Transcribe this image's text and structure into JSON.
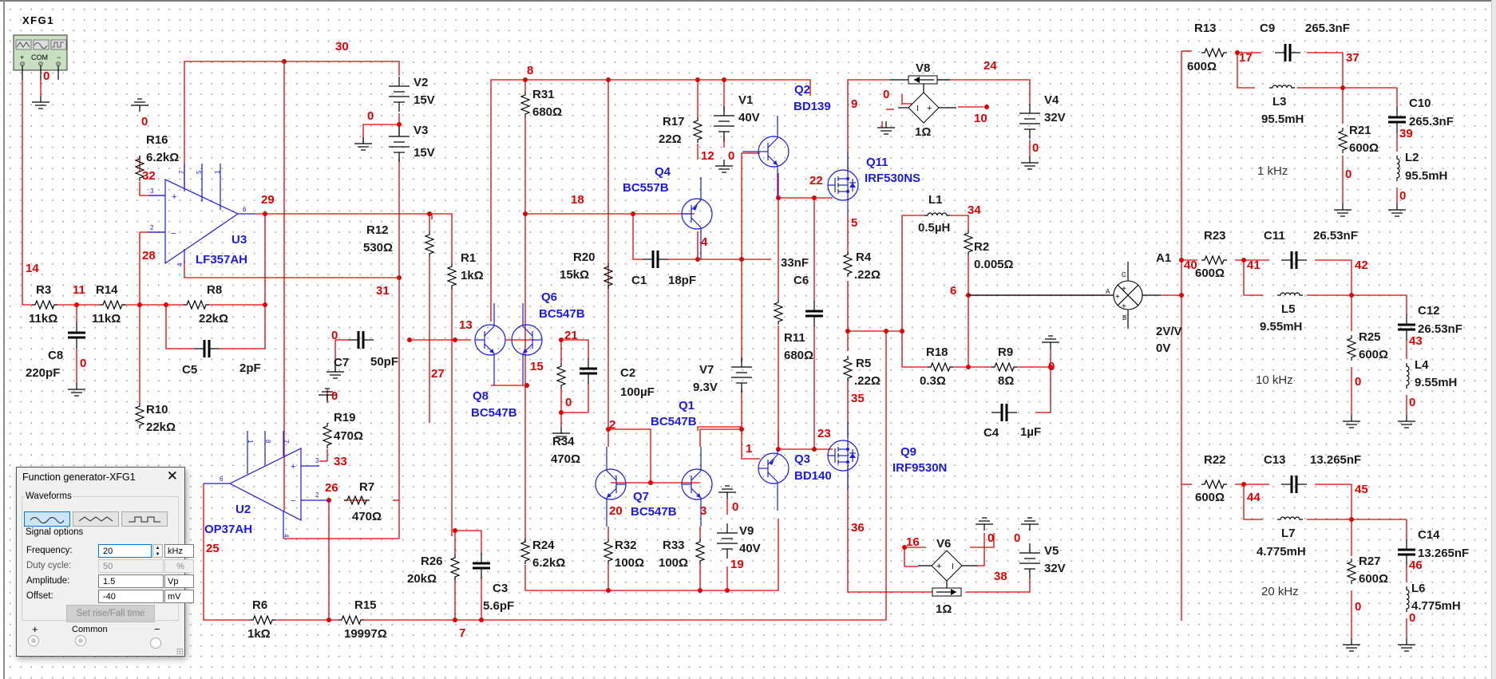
{
  "function_generator_instrument": {
    "refdes": "XFG1",
    "terminals": [
      "+",
      "COM",
      "−"
    ],
    "waveform_icons": [
      "triangle-wave",
      "sine-wave",
      "square-wave"
    ]
  },
  "dialog": {
    "title": "Function generator-XFG1",
    "close_symbol": "✕",
    "waveforms_label": "Waveforms",
    "selected_waveform": "sine",
    "signal_options_label": "Signal options",
    "frequency": {
      "label": "Frequency:",
      "value": "20",
      "unit": "kHz"
    },
    "duty_cycle": {
      "label": "Duty cycle:",
      "value": "50",
      "unit": "%"
    },
    "amplitude": {
      "label": "Amplitude:",
      "value": "1.5",
      "unit": "Vp"
    },
    "offset": {
      "label": "Offset:",
      "value": "-40",
      "unit": "mV"
    },
    "rise_fall_button": "Set rise/Fall time",
    "terminal_plus": "+",
    "terminal_common": "Common",
    "terminal_minus": "−"
  },
  "components": {
    "R1": {
      "name": "R1",
      "value": "1kΩ"
    },
    "R2": {
      "name": "R2",
      "value": "0.005Ω"
    },
    "R3": {
      "name": "R3",
      "value": "11kΩ"
    },
    "R4": {
      "name": "R4",
      "value": ".22Ω"
    },
    "R5": {
      "name": "R5",
      "value": ".22Ω"
    },
    "R6": {
      "name": "R6",
      "value": "1kΩ"
    },
    "R7": {
      "name": "R7",
      "value": "470Ω"
    },
    "R8": {
      "name": "R8",
      "value": "22kΩ"
    },
    "R9": {
      "name": "R9",
      "value": "8Ω"
    },
    "R10": {
      "name": "R10",
      "value": "22kΩ"
    },
    "R11": {
      "name": "R11",
      "value": "680Ω"
    },
    "R12": {
      "name": "R12",
      "value": "530Ω"
    },
    "R13": {
      "name": "R13",
      "value": "600Ω"
    },
    "R14": {
      "name": "R14",
      "value": "11kΩ"
    },
    "R15": {
      "name": "R15",
      "value": "19997Ω"
    },
    "R16": {
      "name": "R16",
      "value": "6.2kΩ"
    },
    "R17": {
      "name": "R17",
      "value": "22Ω"
    },
    "R18": {
      "name": "R18",
      "value": "0.3Ω"
    },
    "R19": {
      "name": "R19",
      "value": "470Ω"
    },
    "R20": {
      "name": "R20",
      "value": "15kΩ"
    },
    "R21": {
      "name": "R21",
      "value": "600Ω"
    },
    "R22": {
      "name": "R22",
      "value": "600Ω"
    },
    "R23": {
      "name": "R23",
      "value": "600Ω"
    },
    "R24": {
      "name": "R24",
      "value": "6.2kΩ"
    },
    "R25": {
      "name": "R25",
      "value": "600Ω"
    },
    "R26": {
      "name": "R26",
      "value": "20kΩ"
    },
    "R27": {
      "name": "R27",
      "value": "600Ω"
    },
    "R31": {
      "name": "R31",
      "value": "680Ω"
    },
    "R32": {
      "name": "R32",
      "value": "100Ω"
    },
    "R33": {
      "name": "R33",
      "value": "100Ω"
    },
    "R34": {
      "name": "R34",
      "value": "470Ω"
    },
    "C1": {
      "name": "C1",
      "value": "18pF"
    },
    "C2": {
      "name": "C2",
      "value": "100µF"
    },
    "C3": {
      "name": "C3",
      "value": "5.6pF"
    },
    "C4": {
      "name": "C4",
      "value": "1µF"
    },
    "C5": {
      "name": "C5",
      "value": "2pF"
    },
    "C6": {
      "name": "C6",
      "value": "33nF"
    },
    "C7": {
      "name": "C7",
      "value": "50pF"
    },
    "C8": {
      "name": "C8",
      "value": "220pF"
    },
    "C9": {
      "name": "C9",
      "value": "265.3nF"
    },
    "C10": {
      "name": "C10",
      "value": "265.3nF"
    },
    "C11": {
      "name": "C11",
      "value": "26.53nF"
    },
    "C12": {
      "name": "C12",
      "value": "26.53nF"
    },
    "C13": {
      "name": "C13",
      "value": "13.265nF"
    },
    "C14": {
      "name": "C14",
      "value": "13.265nF"
    },
    "L1": {
      "name": "L1",
      "value": "0.5µH"
    },
    "L2": {
      "name": "L2",
      "value": "95.5mH"
    },
    "L3": {
      "name": "L3",
      "value": "95.5mH"
    },
    "L4": {
      "name": "L4",
      "value": "9.55mH"
    },
    "L5": {
      "name": "L5",
      "value": "9.55mH"
    },
    "L6": {
      "name": "L6",
      "value": "4.775mH"
    },
    "L7": {
      "name": "L7",
      "value": "4.775mH"
    },
    "V1": {
      "name": "V1",
      "value": "40V"
    },
    "V2": {
      "name": "V2",
      "value": "15V"
    },
    "V3": {
      "name": "V3",
      "value": "15V"
    },
    "V4": {
      "name": "V4",
      "value": "32V"
    },
    "V5": {
      "name": "V5",
      "value": "32V"
    },
    "V6": {
      "name": "V6",
      "value": "1Ω"
    },
    "V7": {
      "name": "V7",
      "value": "9.3V"
    },
    "V8": {
      "name": "V8",
      "value": "1Ω"
    },
    "V9": {
      "name": "V9",
      "value": "40V"
    },
    "A1": {
      "name": "A1",
      "gain": "2V/V",
      "offset": "0V"
    },
    "U2": {
      "name": "U2",
      "model": "OP37AH"
    },
    "U3": {
      "name": "U3",
      "model": "LF357AH"
    },
    "Q1": {
      "name": "Q1",
      "model": "BC547B"
    },
    "Q2": {
      "name": "Q2",
      "model": "BD139"
    },
    "Q3": {
      "name": "Q3",
      "model": "BD140"
    },
    "Q4": {
      "name": "Q4",
      "model": "BC557B"
    },
    "Q6": {
      "name": "Q6",
      "model": "BC547B"
    },
    "Q7": {
      "name": "Q7",
      "model": "BC547B"
    },
    "Q8": {
      "name": "Q8",
      "model": "BC547B"
    },
    "Q9": {
      "name": "Q9",
      "model": "IRF9530N"
    },
    "Q11": {
      "name": "Q11",
      "model": "IRF530NS"
    }
  },
  "filter_annotations": [
    "1 kHz",
    "10 kHz",
    "20 kHz"
  ],
  "opamp_pins": {
    "U3": [
      "7",
      "5",
      "1",
      "3",
      "2",
      "6",
      "4"
    ],
    "U2": [
      "1",
      "8",
      "7",
      "3",
      "2",
      "6",
      "4"
    ]
  },
  "multiplier_pins": [
    "A",
    "B",
    "C"
  ],
  "net_labels": {
    "n0": "0",
    "n1": "1",
    "n2": "2",
    "n3": "3",
    "n4": "4",
    "n5": "5",
    "n6": "6",
    "n7": "7",
    "n8": "8",
    "n9": "9",
    "n10": "10",
    "n11": "11",
    "n12": "12",
    "n13": "13",
    "n14": "14",
    "n15": "15",
    "n16": "16",
    "n17": "17",
    "n18": "18",
    "n19": "19",
    "n20": "20",
    "n21": "21",
    "n22": "22",
    "n23": "23",
    "n24": "24",
    "n25": "25",
    "n26": "26",
    "n27": "27",
    "n28": "28",
    "n29": "29",
    "n30": "30",
    "n31": "31",
    "n32": "32",
    "n33": "33",
    "n34": "34",
    "n35": "35",
    "n36": "36",
    "n37": "37",
    "n38": "38",
    "n39": "39",
    "n40": "40",
    "n41": "41",
    "n42": "42",
    "n43": "43",
    "n44": "44",
    "n45": "45",
    "n46": "46"
  }
}
